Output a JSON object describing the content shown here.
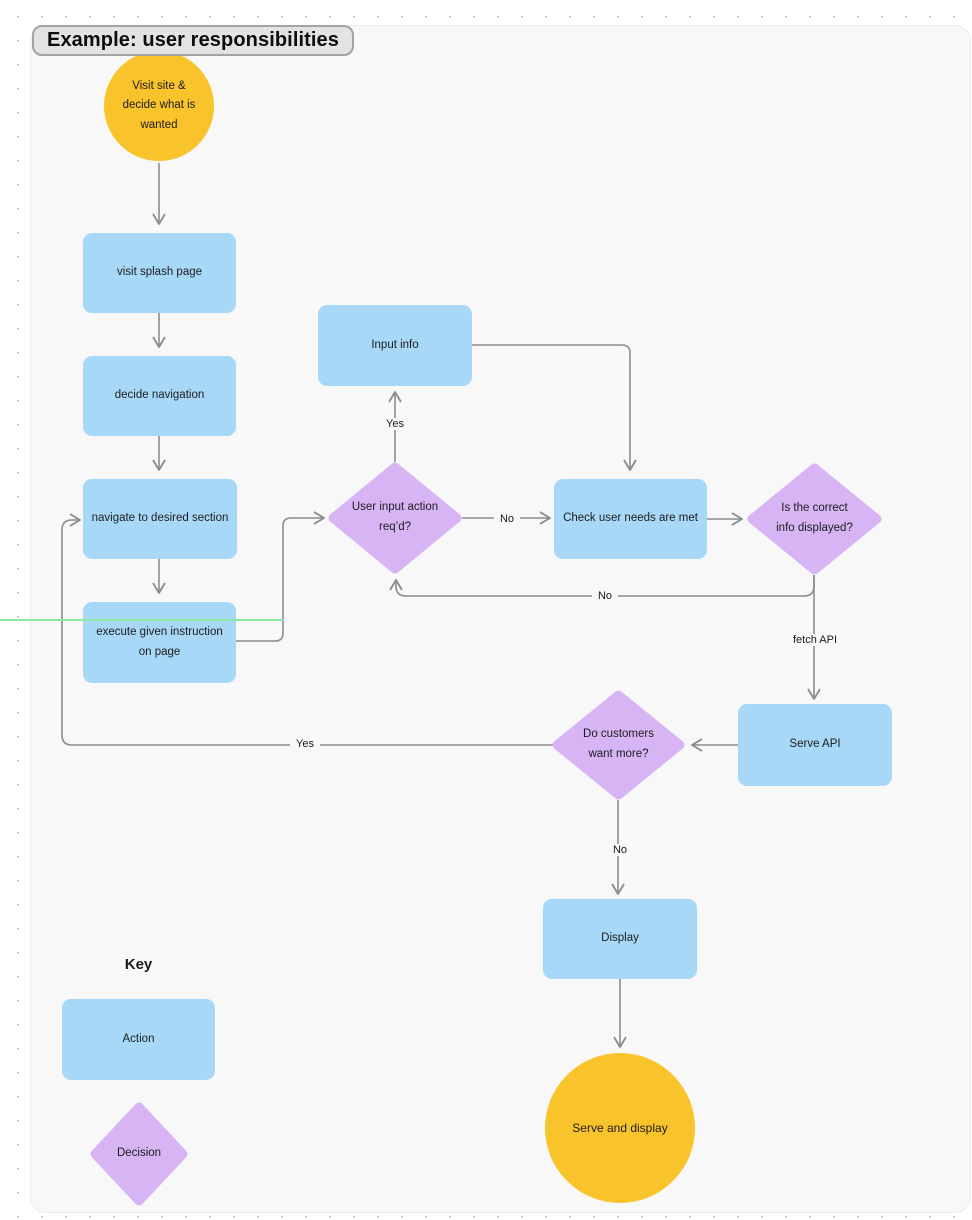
{
  "title": "Example: user responsibilities",
  "nodes": {
    "start": "Visit site & decide what is wanted",
    "visit_splash": "visit splash page",
    "decide_nav": "decide navigation",
    "navigate": "navigate to desired section",
    "execute": "execute given instruction on page",
    "input_info": "Input info",
    "user_input_req": "User input action req’d?",
    "check_needs": "Check user needs are met",
    "correct_info": "Is the correct info displayed?",
    "serve_api": "Serve API",
    "want_more": "Do customers want more?",
    "display": "Display",
    "end": "Serve and display"
  },
  "edge_labels": {
    "yes_input": "Yes",
    "no_check": "No",
    "no_return": "No",
    "fetch_api": "fetch API",
    "yes_return": "Yes",
    "no_display": "No"
  },
  "key": {
    "heading": "Key",
    "action": "Action",
    "decision": "Decision"
  },
  "colors": {
    "action_fill": "#A8D8F8",
    "decision_fill": "#D7B5F4",
    "terminal_fill": "#F9C32B",
    "connector": "#8C8C8C",
    "frame_bg": "#F8F8F8",
    "title_pill_bg": "#E3E3E3",
    "title_pill_border": "#A3A3A3",
    "guide_green": "#8FE6A4"
  }
}
